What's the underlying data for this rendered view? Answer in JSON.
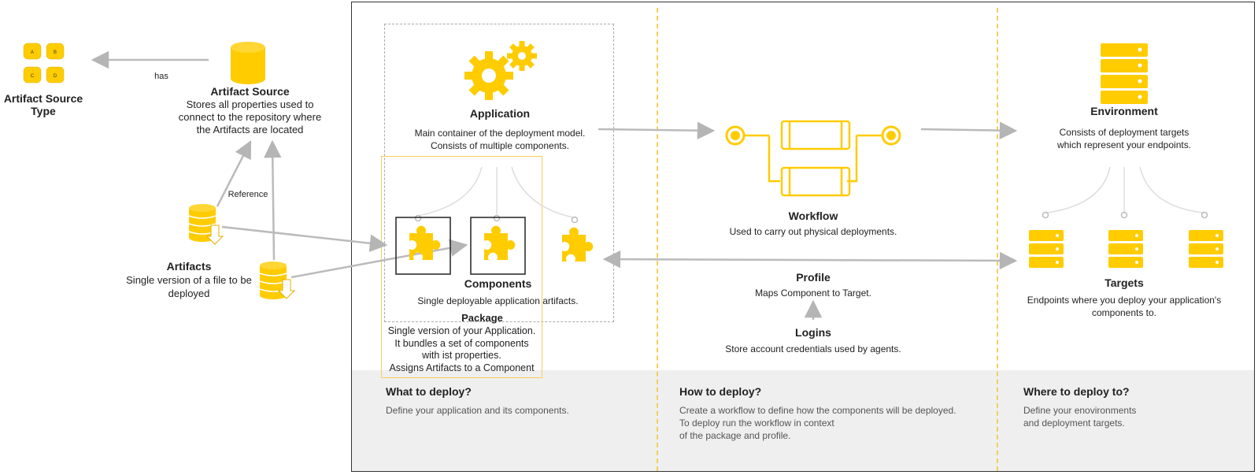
{
  "left": {
    "artifact_source_type": {
      "letters": [
        "A",
        "B",
        "C",
        "D"
      ],
      "label": "Artifact Source\nType"
    },
    "has_label": "has",
    "artifact_source": {
      "title": "Artifact Source",
      "desc": "Stores all properties used to\nconnect to the repository where\nthe Artifacts are located"
    },
    "reference_label": "Reference",
    "artifacts": {
      "title": "Artifacts",
      "desc": "Single version of a file to be\ndeployed"
    }
  },
  "application": {
    "title": "Application",
    "desc": "Main container of the deployment model.\nConsists of multiple components."
  },
  "components": {
    "title": "Components",
    "desc": "Single deployable application artifacts."
  },
  "package": {
    "title": "Package",
    "desc": "Single version of your Application.\nIt bundles a set of components\nwith ist properties.\nAssigns Artifacts to a Component"
  },
  "workflow": {
    "title": "Workflow",
    "desc": "Used to carry out physical deployments."
  },
  "profile": {
    "title": "Profile",
    "desc": "Maps Component to Target."
  },
  "logins": {
    "title": "Logins",
    "desc": "Store account credentials used by agents."
  },
  "environment": {
    "title": "Environment",
    "desc": "Consists of deployment targets\nwhich represent your endpoints."
  },
  "targets": {
    "title": "Targets",
    "desc": "Endpoints where you deploy your application's\ncomponents to."
  },
  "footer": {
    "what": {
      "title": "What to deploy?",
      "text": "Define your application and its components."
    },
    "how": {
      "title": "How to deploy?",
      "text": "Create a workflow to define how the components will be deployed.\nTo deploy run the workflow in context\nof the package and profile."
    },
    "where": {
      "title": "Where to deploy to?",
      "text": "Define your enovironments\nand deployment targets."
    }
  },
  "colors": {
    "accent": "#ffcc00",
    "arrow": "#bbbbbb",
    "frame": "#333333"
  }
}
